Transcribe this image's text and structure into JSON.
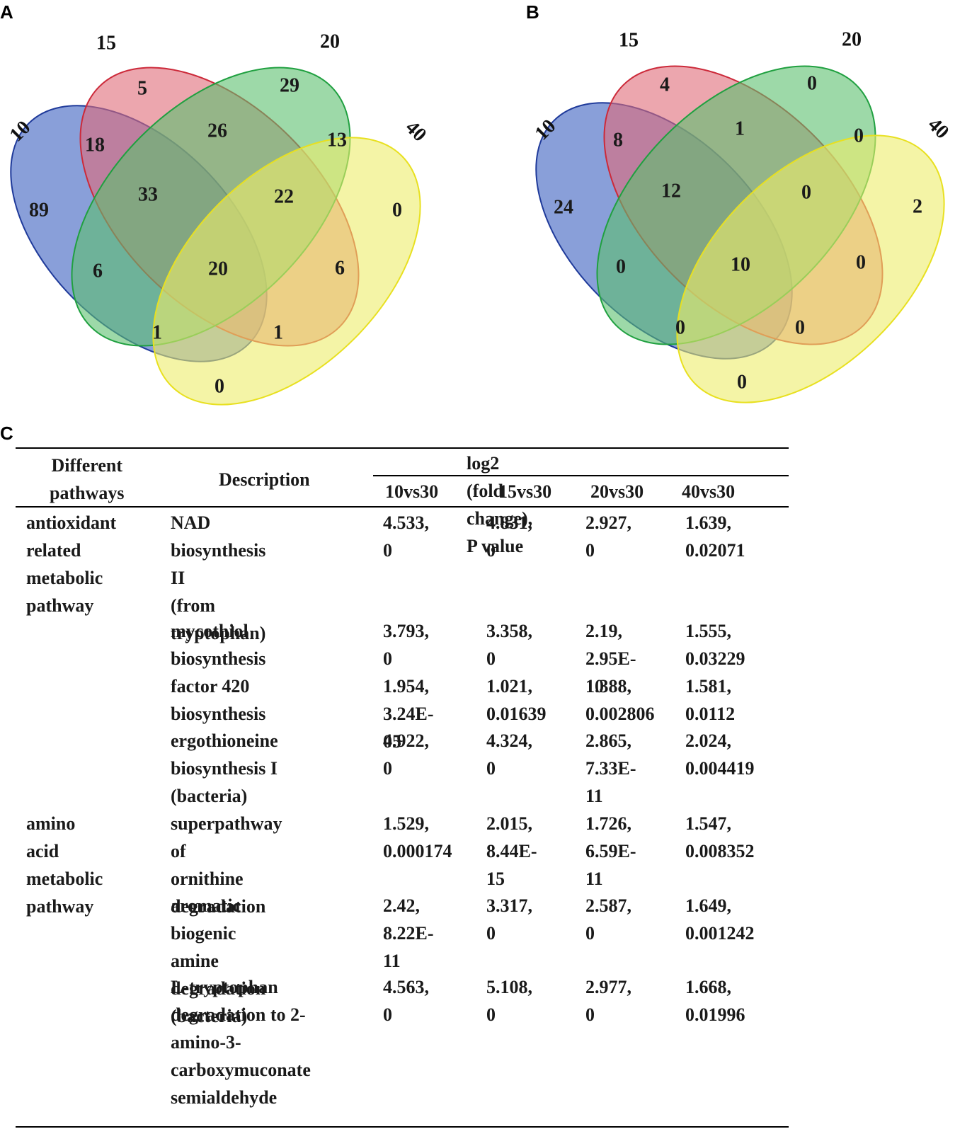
{
  "panels": {
    "a": "A",
    "b": "B",
    "c": "C"
  },
  "venn_a": {
    "set_labels": {
      "s10": "10",
      "s15": "15",
      "s20": "20",
      "s40": "40"
    },
    "regions": {
      "only10": "89",
      "only15": "5",
      "only20": "29",
      "only40": "0",
      "r10_15": "18",
      "r15_20": "26",
      "r20_40": "13",
      "r10_15_20": "33",
      "r15_20_40": "22",
      "r10_20": "6",
      "r15_40": "6",
      "r10_15_20_40": "20",
      "r10_20_40": "1",
      "r10_15_40": "1",
      "r10_40": "0"
    }
  },
  "venn_b": {
    "set_labels": {
      "s10": "10",
      "s15": "15",
      "s20": "20",
      "s40": "40"
    },
    "regions": {
      "only10": "24",
      "only15": "4",
      "only20": "0",
      "only40": "2",
      "r10_15": "8",
      "r15_20": "1",
      "r20_40": "0",
      "r10_15_20": "12",
      "r15_20_40": "0",
      "r10_20": "0",
      "r15_40": "0",
      "r10_15_20_40": "10",
      "r10_20_40": "0",
      "r10_15_40": "0",
      "r10_40": "0"
    }
  },
  "colors": {
    "set10": "#3a5fbf",
    "set15": "#e06a78",
    "set20": "#5cbf6e",
    "set40": "#ecec6a",
    "edge10": "#1f3a9a",
    "edge15": "#cc2a3a",
    "edge20": "#20a040",
    "edge40": "#e8e020"
  },
  "table": {
    "headers": {
      "pathways": "Different\npathways",
      "description": "Description",
      "group": "log2 (fold change), P value",
      "c1": "10vs30",
      "c2": "15vs30",
      "c3": "20vs30",
      "c4": "40vs30"
    },
    "groups": [
      {
        "name": "antioxidant\nrelated\nmetabolic\npathway"
      },
      {
        "name": "amino acid\nmetabolic\npathway"
      }
    ],
    "rows": [
      {
        "desc": "NAD biosynthesis II\n(from tryptophan)",
        "c1": "4.533, 0",
        "c2": "4.831, 0",
        "c3": "2.927, 0",
        "c4": "1.639,\n0.02071"
      },
      {
        "desc": "mycothiol biosynthesis",
        "c1": "3.793, 0",
        "c2": "3.358, 0",
        "c3": "2.19,\n2.95E-10",
        "c4": "1.555,\n0.03229"
      },
      {
        "desc": "factor 420 biosynthesis",
        "c1": "1.954,\n3.24E-05",
        "c2": "1.021,\n0.01639",
        "c3": "1.388,\n0.002806",
        "c4": "1.581,\n0.0112"
      },
      {
        "desc": "ergothioneine\nbiosynthesis I\n(bacteria)",
        "c1": "4.922, 0",
        "c2": "4.324, 0",
        "c3": "2.865,\n7.33E-11",
        "c4": "2.024,\n0.004419"
      },
      {
        "desc": "superpathway of\nornithine degradation",
        "c1": "1.529,\n0.000174",
        "c2": "2.015,\n8.44E-15",
        "c3": "1.726,\n6.59E-11",
        "c4": "1.547,\n0.008352"
      },
      {
        "desc": "aromatic biogenic\namine degradation\n(bacteria)",
        "c1": "2.42,\n8.22E-11",
        "c2": "3.317, 0",
        "c3": "2.587, 0",
        "c4": "1.649,\n0.001242"
      },
      {
        "desc": "L-tryptophan\ndegradation to          2-\namino-3-\ncarboxymuconate\nsemialdehyde",
        "c1": "4.563, 0",
        "c2": "5.108, 0",
        "c3": "2.977, 0",
        "c4": "1.668,\n0.01996"
      }
    ]
  }
}
